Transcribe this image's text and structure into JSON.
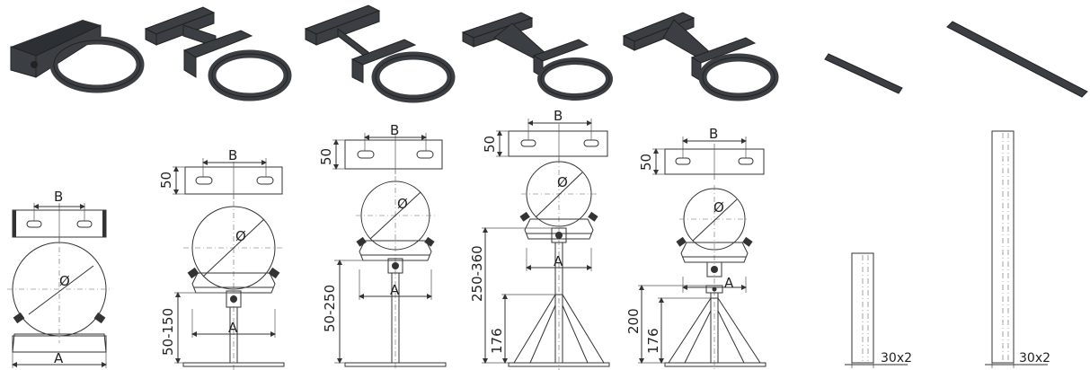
{
  "products": [
    {
      "id": "clamp-1",
      "labels": {
        "b": "B",
        "a": "A",
        "d": "Ø",
        "h1": ""
      }
    },
    {
      "id": "clamp-2",
      "labels": {
        "b": "B",
        "a": "A",
        "d": "Ø",
        "s": "50",
        "h1": "50-150"
      }
    },
    {
      "id": "clamp-3",
      "labels": {
        "b": "B",
        "a": "A",
        "d": "Ø",
        "s": "50",
        "h1": "50-250"
      }
    },
    {
      "id": "clamp-4",
      "labels": {
        "b": "B",
        "a": "A",
        "d": "Ø",
        "s": "50",
        "h1": "250-360",
        "h2": "176"
      }
    },
    {
      "id": "clamp-5",
      "labels": {
        "b": "B",
        "a": "A",
        "d": "Ø",
        "s": "50",
        "h1": "200",
        "h2": "176"
      }
    },
    {
      "id": "bar-short",
      "labels": {
        "size": "30x2"
      }
    },
    {
      "id": "bar-long",
      "labels": {
        "size": "30x2"
      }
    }
  ]
}
